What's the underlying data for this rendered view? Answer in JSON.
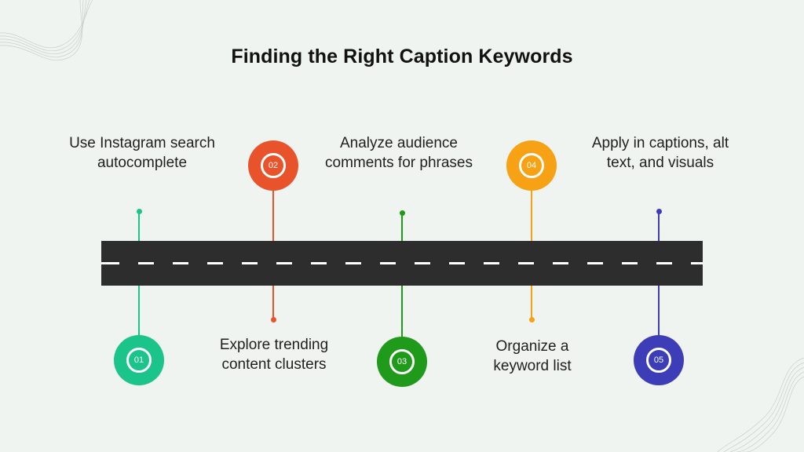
{
  "title": "Finding the Right Caption Keywords",
  "steps": [
    {
      "number": "01",
      "text": "Use Instagram search autocomplete",
      "color": "#1bc48a"
    },
    {
      "number": "02",
      "text": "Explore trending content clusters",
      "color": "#e9532c"
    },
    {
      "number": "03",
      "text": "Analyze audience comments for phrases",
      "color": "#1f9a1a"
    },
    {
      "number": "04",
      "text": "Organize a keyword list",
      "color": "#f6a214"
    },
    {
      "number": "05",
      "text": "Apply in captions, alt text, and visuals",
      "color": "#3d3db8"
    }
  ],
  "road_color": "#2d2d2d"
}
